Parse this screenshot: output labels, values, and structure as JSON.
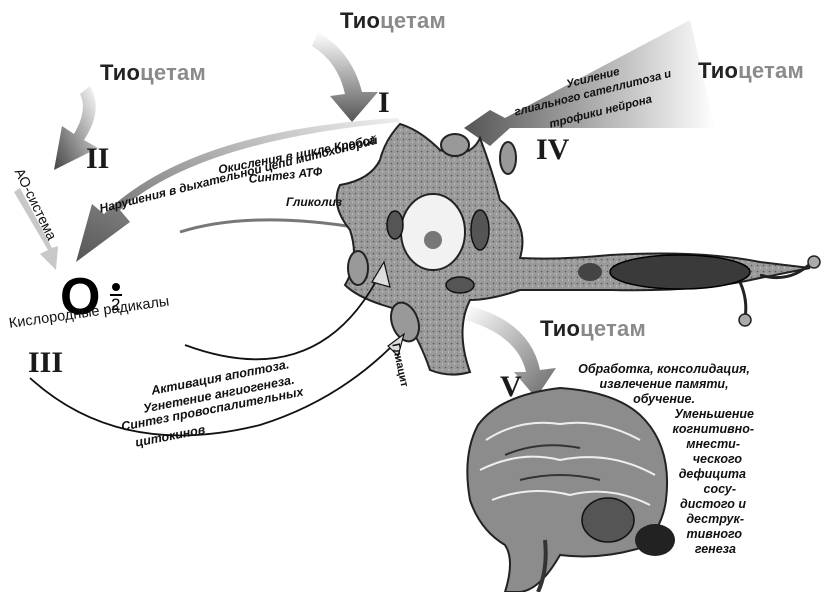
{
  "drug_label": {
    "head": "Тио",
    "tail": "цетам"
  },
  "roman": {
    "i": "I",
    "ii": "II",
    "iii": "III",
    "iv": "IV",
    "v": "V"
  },
  "ao_system": "АО-система",
  "oxygen": {
    "symbol": "O",
    "subscript": "2"
  },
  "oxygen_radicals": "Кислородные радикалы",
  "mito_lines": [
    "Нарушения в дыхательной цепи митохондрий",
    "Окисления в цикле Кребса",
    "Синтез АТФ",
    "Гликолиз"
  ],
  "glial": [
    "Усиление",
    "глиального сателлитоза и",
    "трофики нейрона"
  ],
  "glia_cell": "Глиацит",
  "apoptosis_lines": [
    "Активация апоптоза.",
    "Угнетение ангиогенеза.",
    "Синтез провоспалительных",
    "цитокинов"
  ],
  "memory_lines": [
    "Обработка, консолидация,",
    "извлечение памяти,",
    "обучение.",
    "Уменьшение",
    "когнитивно-",
    "мнести-",
    "ческого",
    "дефицита",
    "сосу-",
    "дистого и",
    "деструк-",
    "тивного",
    "генеза"
  ],
  "colors": {
    "ink": "#111111",
    "arrow_dark": "#444444",
    "arrow_light": "#d0d0d0",
    "drug_tail": "#8a8a8a"
  }
}
